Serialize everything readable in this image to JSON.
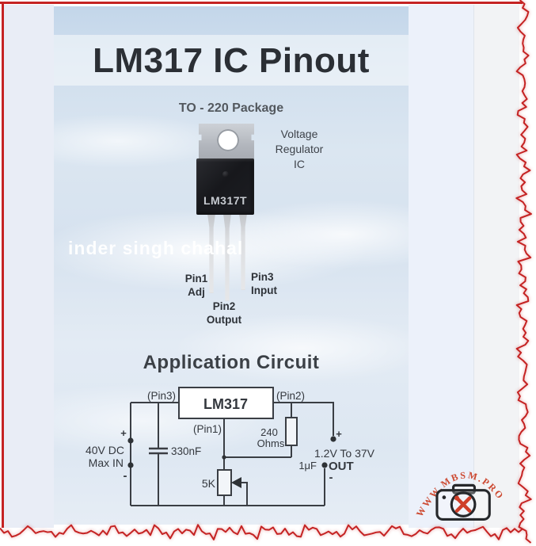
{
  "header": {
    "title": "LM317 IC Pinout",
    "subtitle": "TO - 220 Package"
  },
  "watermark": {
    "text": "inder singh chahal"
  },
  "package": {
    "chip_label": "LM317T",
    "annotation_lines": [
      "Voltage",
      "Regulator",
      "IC"
    ],
    "pins": [
      {
        "name": "Pin1",
        "role": "Adj"
      },
      {
        "name": "Pin2",
        "role": "Output"
      },
      {
        "name": "Pin3",
        "role": "Input"
      }
    ]
  },
  "circuit": {
    "heading": "Application Circuit",
    "ic_label": "LM317",
    "pin3_label": "(Pin3)",
    "pin2_label": "(Pin2)",
    "pin1_label": "(Pin1)",
    "input": {
      "plus": "+",
      "minus": "-",
      "line1": "40V DC",
      "line2": "Max IN"
    },
    "input_cap": "330nF",
    "feedback_resistor": {
      "line1": "240",
      "line2": "Ohms"
    },
    "potentiometer": "5K",
    "output_cap": "1μF",
    "output": {
      "plus": "+",
      "minus": "-",
      "line1": "1.2V To 37V",
      "line2": "OUT"
    }
  },
  "logo": {
    "text": "WWW.MBSM.PRO"
  },
  "colors": {
    "border_red": "#c52323",
    "logo_red": "#cd4a32",
    "ink": "#2c3036",
    "wire": "#3a3e44",
    "sky": "#d7e2ef"
  }
}
